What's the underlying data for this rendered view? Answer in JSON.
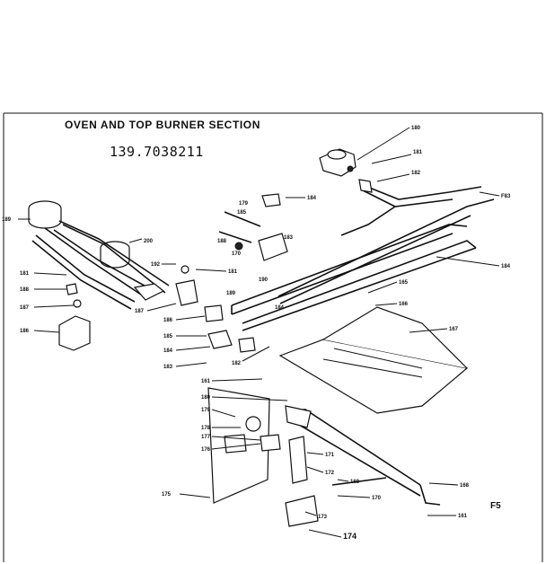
{
  "title": "OVEN AND TOP BURNER SECTION",
  "model": "139.7038211",
  "corner_mark": "F5",
  "callouts": [
    {
      "id": "c180a",
      "label": "180"
    },
    {
      "id": "c181a",
      "label": "181"
    },
    {
      "id": "c182a",
      "label": "182"
    },
    {
      "id": "cF83",
      "label": "F83"
    },
    {
      "id": "c184a",
      "label": "184"
    },
    {
      "id": "c179a",
      "label": "179"
    },
    {
      "id": "c185a",
      "label": "185"
    },
    {
      "id": "c188a",
      "label": "188"
    },
    {
      "id": "c170a",
      "label": "170"
    },
    {
      "id": "c183a",
      "label": "183"
    },
    {
      "id": "c189a",
      "label": "189"
    },
    {
      "id": "c200",
      "label": "200"
    },
    {
      "id": "c184b",
      "label": "184"
    },
    {
      "id": "c192",
      "label": "192"
    },
    {
      "id": "c181b",
      "label": "181"
    },
    {
      "id": "c190",
      "label": "190"
    },
    {
      "id": "c181c",
      "label": "181"
    },
    {
      "id": "c188b",
      "label": "188"
    },
    {
      "id": "c165",
      "label": "165"
    },
    {
      "id": "c187a",
      "label": "187"
    },
    {
      "id": "c189b",
      "label": "189"
    },
    {
      "id": "c187b",
      "label": "187"
    },
    {
      "id": "c186a",
      "label": "186"
    },
    {
      "id": "c186b",
      "label": "186"
    },
    {
      "id": "c166",
      "label": "166"
    },
    {
      "id": "c167",
      "label": "167"
    },
    {
      "id": "c185b",
      "label": "185"
    },
    {
      "id": "c184c",
      "label": "184"
    },
    {
      "id": "c183b",
      "label": "183"
    },
    {
      "id": "c182b",
      "label": "182"
    },
    {
      "id": "c161a",
      "label": "161"
    },
    {
      "id": "c180b",
      "label": "180"
    },
    {
      "id": "c179b",
      "label": "179"
    },
    {
      "id": "c178",
      "label": "178"
    },
    {
      "id": "c177",
      "label": "177"
    },
    {
      "id": "c176",
      "label": "176"
    },
    {
      "id": "c171",
      "label": "171"
    },
    {
      "id": "c172",
      "label": "172"
    },
    {
      "id": "c168",
      "label": "168"
    },
    {
      "id": "c170b",
      "label": "170"
    },
    {
      "id": "c169",
      "label": "169"
    },
    {
      "id": "c175",
      "label": "175"
    },
    {
      "id": "c173",
      "label": "173"
    },
    {
      "id": "c174",
      "label": "174"
    },
    {
      "id": "c161b",
      "label": "161"
    }
  ]
}
